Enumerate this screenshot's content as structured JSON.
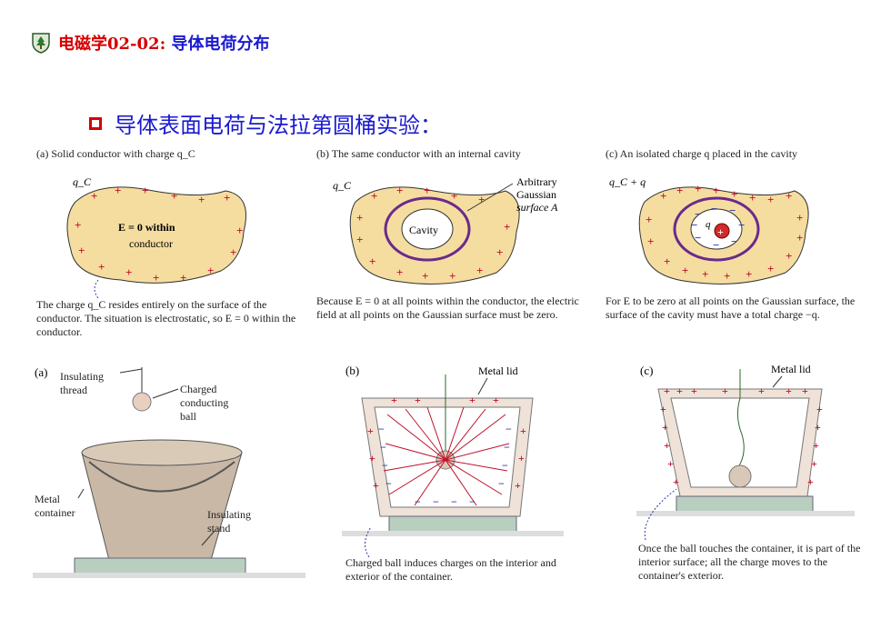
{
  "header": {
    "title_red": "电磁学02-02:",
    "title_blue": " 导体电荷分布"
  },
  "section": {
    "title": "导体表面电荷与法拉第圆桶实验："
  },
  "top_panels": [
    {
      "caption": "(a) Solid conductor with charge q_C",
      "charge_label": "q_C",
      "inner_text_1": "E = 0 within",
      "inner_text_2": "conductor",
      "desc": "The charge q_C resides entirely on the surface of the conductor. The situation is electrostatic, so E = 0 within the conductor."
    },
    {
      "caption": "(b) The same conductor with an internal cavity",
      "charge_label": "q_C",
      "cavity_label": "Cavity",
      "gauss_label_1": "Arbitrary",
      "gauss_label_2": "Gaussian",
      "gauss_label_3": "surface A",
      "desc": "Because E = 0 at all points within the conductor, the electric field at all points on the Gaussian surface must be zero."
    },
    {
      "caption": "(c) An isolated charge q placed in the cavity",
      "charge_label": "q_C + q",
      "q_label": "q",
      "desc": "For E to be zero at all points on the Gaussian surface, the surface of the cavity must have a total charge −q."
    }
  ],
  "bottom_panels": [
    {
      "tag": "(a)",
      "thread_label_1": "Insulating",
      "thread_label_2": "thread",
      "ball_label_1": "Charged",
      "ball_label_2": "conducting",
      "ball_label_3": "ball",
      "container_label_1": "Metal",
      "container_label_2": "container",
      "stand_label_1": "Insulating",
      "stand_label_2": "stand"
    },
    {
      "tag": "(b)",
      "lid_label": "Metal lid",
      "desc": "Charged ball induces charges on the interior and exterior of the container."
    },
    {
      "tag": "(c)",
      "lid_label": "Metal lid",
      "desc": "Once the ball touches the container, it is part of the interior surface; all the charge moves to the container's exterior."
    }
  ],
  "colors": {
    "header_red": "#d60000",
    "header_blue": "#1a1ad0",
    "conductor_fill": "#f5dda0",
    "gauss_purple": "#6a2a8c",
    "plus_red": "#c0102a",
    "minus_blue": "#2a3aa0"
  }
}
